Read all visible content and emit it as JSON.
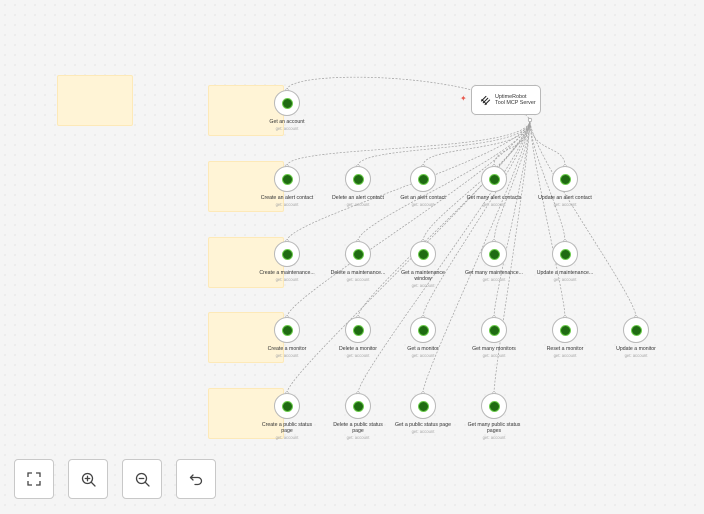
{
  "server": {
    "title_line1": "UptimeRobot",
    "title_line2": "Tool MCP Server",
    "icon": "mcp-icon"
  },
  "tools": [
    {
      "label": "Get an account",
      "sub": "get: account"
    },
    {
      "label": "Create an alert contact",
      "sub": "get: account"
    },
    {
      "label": "Delete an alert contact",
      "sub": "get: account"
    },
    {
      "label": "Get an alert contact",
      "sub": "get: account"
    },
    {
      "label": "Get many alert contacts",
      "sub": "get: account"
    },
    {
      "label": "Update an alert contact",
      "sub": "get: account"
    },
    {
      "label": "Create a maintenance...",
      "sub": "get: account"
    },
    {
      "label": "Delete a maintenance...",
      "sub": "get: account"
    },
    {
      "label": "Get a maintenance window",
      "sub": "get: account"
    },
    {
      "label": "Get many maintenance...",
      "sub": "get: account"
    },
    {
      "label": "Update a maintenance...",
      "sub": "get: account"
    },
    {
      "label": "Create a monitor",
      "sub": "get: account"
    },
    {
      "label": "Delete a monitor",
      "sub": "get: account"
    },
    {
      "label": "Get a monitor",
      "sub": "get: account"
    },
    {
      "label": "Get many monitors",
      "sub": "get: account"
    },
    {
      "label": "Reset a monitor",
      "sub": "get: account"
    },
    {
      "label": "Update a monitor",
      "sub": "get: account"
    },
    {
      "label": "Create a public status page",
      "sub": "get: account"
    },
    {
      "label": "Delete a public status page",
      "sub": "get: account"
    },
    {
      "label": "Get a public status page",
      "sub": "get: account"
    },
    {
      "label": "Get many public status pages",
      "sub": "get: account"
    }
  ],
  "toolbar": {
    "fit_view": "fit-view-icon",
    "zoom_in": "zoom-in-icon",
    "zoom_out": "zoom-out-icon",
    "reset": "undo-icon"
  },
  "colors": {
    "sticky": "#fff4d6",
    "tool_icon": "#1f6b12",
    "tool_icon_ring": "#6acb4a",
    "edge": "#a0a0a0",
    "sparkle": "#e85a4f"
  }
}
